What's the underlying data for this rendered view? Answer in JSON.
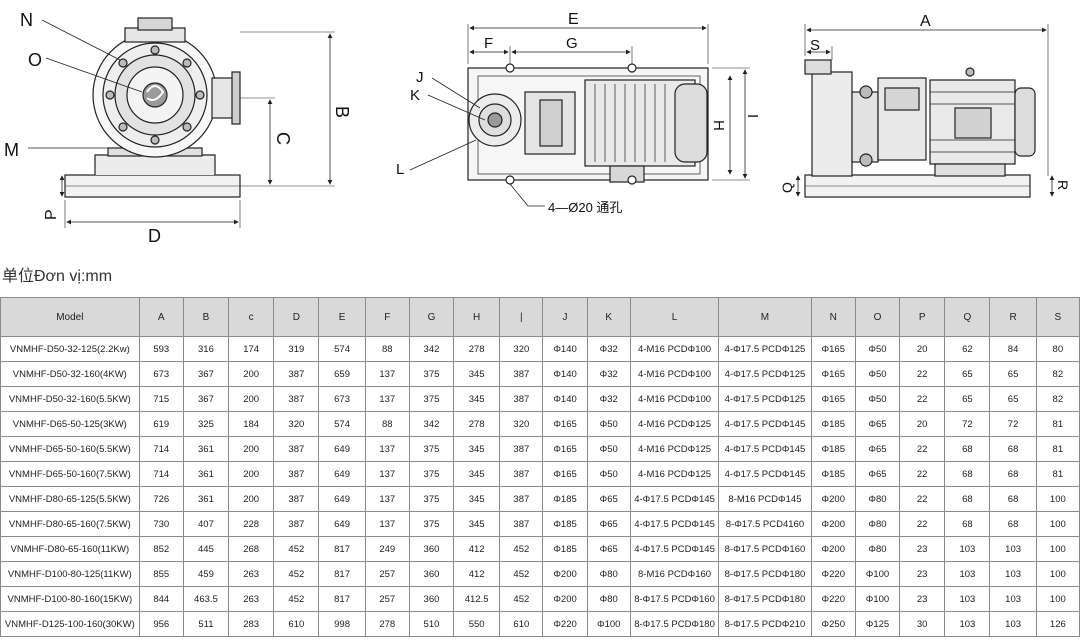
{
  "drawing_labels": {
    "front": {
      "N": "N",
      "O": "O",
      "M": "M",
      "B": "B",
      "C": "C",
      "P": "P",
      "D": "D"
    },
    "top": {
      "E": "E",
      "F": "F",
      "G": "G",
      "J": "J",
      "K": "K",
      "L": "L",
      "H": "H",
      "I": "I",
      "holes": "4—Ø20 通孔"
    },
    "side": {
      "A": "A",
      "S": "S",
      "Q": "Q",
      "R": "R"
    }
  },
  "unit_label": "单位Đơn vị:mm",
  "table": {
    "headers": [
      "Model",
      "A",
      "B",
      "c",
      "D",
      "E",
      "F",
      "G",
      "H",
      "|",
      "J",
      "K",
      "L",
      "M",
      "N",
      "O",
      "P",
      "Q",
      "R",
      "S"
    ],
    "rows": [
      [
        "VNMHF-D50-32-125(2.2Kw)",
        "593",
        "316",
        "174",
        "319",
        "574",
        "88",
        "342",
        "278",
        "320",
        "Φ140",
        "Φ32",
        "4-M16 PCDΦ100",
        "4-Φ17.5 PCDΦ125",
        "Φ165",
        "Φ50",
        "20",
        "62",
        "84",
        "80"
      ],
      [
        "VNMHF-D50-32-160(4KW)",
        "673",
        "367",
        "200",
        "387",
        "659",
        "137",
        "375",
        "345",
        "387",
        "Φ140",
        "Φ32",
        "4-M16 PCDΦ100",
        "4-Φ17.5 PCDΦ125",
        "Φ165",
        "Φ50",
        "22",
        "65",
        "65",
        "82"
      ],
      [
        "VNMHF-D50-32-160(5.5KW)",
        "715",
        "367",
        "200",
        "387",
        "673",
        "137",
        "375",
        "345",
        "387",
        "Φ140",
        "Φ32",
        "4-M16 PCDΦ100",
        "4-Φ17.5 PCDΦ125",
        "Φ165",
        "Φ50",
        "22",
        "65",
        "65",
        "82"
      ],
      [
        "VNMHF-D65-50-125(3KW)",
        "619",
        "325",
        "184",
        "320",
        "574",
        "88",
        "342",
        "278",
        "320",
        "Φ165",
        "Φ50",
        "4-M16 PCDΦ125",
        "4-Φ17.5 PCDΦ145",
        "Φ185",
        "Φ65",
        "20",
        "72",
        "72",
        "81"
      ],
      [
        "VNMHF-D65-50-160(5.5KW)",
        "714",
        "361",
        "200",
        "387",
        "649",
        "137",
        "375",
        "345",
        "387",
        "Φ165",
        "Φ50",
        "4-M16 PCDΦ125",
        "4-Φ17.5 PCDΦ145",
        "Φ185",
        "Φ65",
        "22",
        "68",
        "68",
        "81"
      ],
      [
        "VNMHF-D65-50-160(7.5KW)",
        "714",
        "361",
        "200",
        "387",
        "649",
        "137",
        "375",
        "345",
        "387",
        "Φ165",
        "Φ50",
        "4-M16 PCDΦ125",
        "4-Φ17.5 PCDΦ145",
        "Φ185",
        "Φ65",
        "22",
        "68",
        "68",
        "81"
      ],
      [
        "VNMHF-D80-65-125(5.5KW)",
        "726",
        "361",
        "200",
        "387",
        "649",
        "137",
        "375",
        "345",
        "387",
        "Φ185",
        "Φ65",
        "4-Φ17.5 PCDΦ145",
        "8-M16 PCDΦ145",
        "Φ200",
        "Φ80",
        "22",
        "68",
        "68",
        "100"
      ],
      [
        "VNMHF-D80-65-160(7.5KW)",
        "730",
        "407",
        "228",
        "387",
        "649",
        "137",
        "375",
        "345",
        "387",
        "Φ185",
        "Φ65",
        "4-Φ17.5 PCDΦ145",
        "8-Φ17.5 PCD4160",
        "Φ200",
        "Φ80",
        "22",
        "68",
        "68",
        "100"
      ],
      [
        "VNMHF-D80-65-160(11KW)",
        "852",
        "445",
        "268",
        "452",
        "817",
        "249",
        "360",
        "412",
        "452",
        "Φ185",
        "Φ65",
        "4-Φ17.5 PCDΦ145",
        "8-Φ17.5 PCDΦ160",
        "Φ200",
        "Φ80",
        "23",
        "103",
        "103",
        "100"
      ],
      [
        "VNMHF-D100-80-125(11KW)",
        "855",
        "459",
        "263",
        "452",
        "817",
        "257",
        "360",
        "412",
        "452",
        "Φ200",
        "Φ80",
        "8-M16 PCDΦ160",
        "8-Φ17.5 PCDΦ180",
        "Φ220",
        "Φ100",
        "23",
        "103",
        "103",
        "100"
      ],
      [
        "VNMHF-D100-80-160(15KW)",
        "844",
        "463.5",
        "263",
        "452",
        "817",
        "257",
        "360",
        "412.5",
        "452",
        "Φ200",
        "Φ80",
        "8-Φ17.5 PCDΦ160",
        "8-Φ17.5 PCDΦ180",
        "Φ220",
        "Φ100",
        "23",
        "103",
        "103",
        "100"
      ],
      [
        "VNMHF-D125-100-160(30KW)",
        "956",
        "511",
        "283",
        "610",
        "998",
        "278",
        "510",
        "550",
        "610",
        "Φ220",
        "Φ100",
        "8-Φ17.5 PCDΦ180",
        "8-Φ17.5 PCDΦ210",
        "Φ250",
        "Φ125",
        "30",
        "103",
        "103",
        "126"
      ]
    ]
  }
}
